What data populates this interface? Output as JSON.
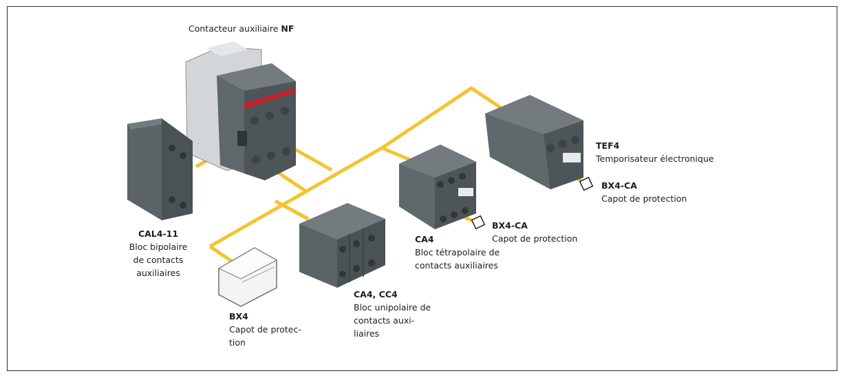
{
  "labels": {
    "contactor": {
      "text": "Contacteur auxiliaire ",
      "bold": "NF"
    },
    "cal4": {
      "name": "CAL4-11",
      "lines": [
        "Bloc bipolaire",
        "de contacts",
        "auxiliaires"
      ]
    },
    "bx4": {
      "name": "BX4",
      "lines": [
        "Capot de protec-",
        "tion"
      ]
    },
    "ca4cc4": {
      "name": "CA4, CC4",
      "lines": [
        "Bloc unipolaire de",
        "contacts auxi-",
        "liaires"
      ]
    },
    "ca4": {
      "name": "CA4",
      "lines": [
        "Bloc tétrapolaire de",
        "contacts auxiliaires"
      ]
    },
    "bx4ca_mid": {
      "name": "BX4-CA",
      "lines": [
        "Capot de protection"
      ]
    },
    "tef4": {
      "name": "TEF4",
      "lines": [
        "Temporisateur électronique"
      ]
    },
    "bx4ca_right": {
      "name": "BX4-CA",
      "lines": [
        "Capot de protection"
      ]
    }
  },
  "colors": {
    "connector": "#f4c430",
    "device_dark": "#4d5558",
    "device_mid": "#5f686b",
    "device_light": "#d3d6d8",
    "brand_stripe": "#c8202a",
    "border": "#2a2a2a"
  }
}
